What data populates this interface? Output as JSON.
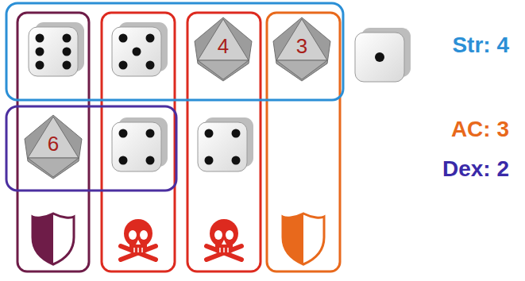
{
  "diagram": {
    "nodes": [
      {
        "text": [
          "4"
        ]
      },
      {
        "text": [
          "3"
        ]
      },
      {
        "text": [
          "6"
        ]
      }
    ],
    "labels": [
      "Str: 4",
      "AC: 3",
      "Dex: 2"
    ]
  }
}
